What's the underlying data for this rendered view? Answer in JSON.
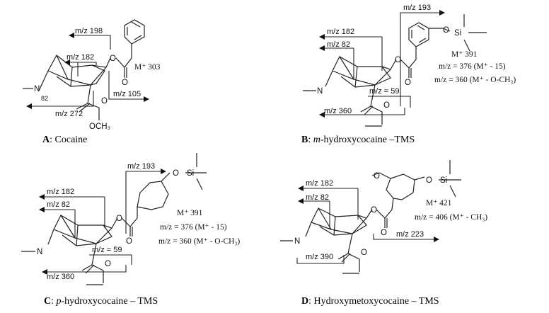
{
  "panels": [
    {
      "letter": "A",
      "name": "Cocaine",
      "sep": ": ",
      "ions": [
        "M⁺ 303"
      ],
      "fragments": [
        "m/z 198",
        "m/z 182",
        "m/z 105",
        "m/z 272",
        "82"
      ],
      "labels": [
        "N",
        "OCH₃"
      ]
    },
    {
      "letter": "B",
      "prefix": "m",
      "name": "-hydroxycocaine –TMS",
      "sep": ": ",
      "ions": [
        "M⁺ 391",
        "m/z = 376 (M⁺ - 15)",
        "m/z = 360 (M⁺ - O-CH₃)"
      ],
      "fragments": [
        "m/z 193",
        "m/z 182",
        "m/z 82",
        "m/z = 59",
        "m/z 360"
      ],
      "labels": [
        "N",
        "O",
        "Si"
      ]
    },
    {
      "letter": "C",
      "prefix": "p",
      "name": "-hydroxycocaine – TMS",
      "sep": ": ",
      "ions": [
        "M⁺ 391",
        "m/z = 376 (M⁺ - 15)",
        "m/z = 360 (M⁺ - O-CH₃)"
      ],
      "fragments": [
        "m/z 193",
        "m/z 182",
        "m/z 82",
        "m/z = 59",
        "m/z 360"
      ],
      "labels": [
        "N",
        "O",
        "Si"
      ]
    },
    {
      "letter": "D",
      "name": "Hydroxymetoxycocaine – TMS",
      "sep": ": ",
      "ions": [
        "M⁺ 421",
        "m/z = 406 (M⁺ - CH₃)"
      ],
      "fragments": [
        "m/z 182",
        "m/z 82",
        "m/z 223",
        "m/z 390"
      ],
      "labels": [
        "N",
        "O",
        "Si"
      ]
    }
  ]
}
